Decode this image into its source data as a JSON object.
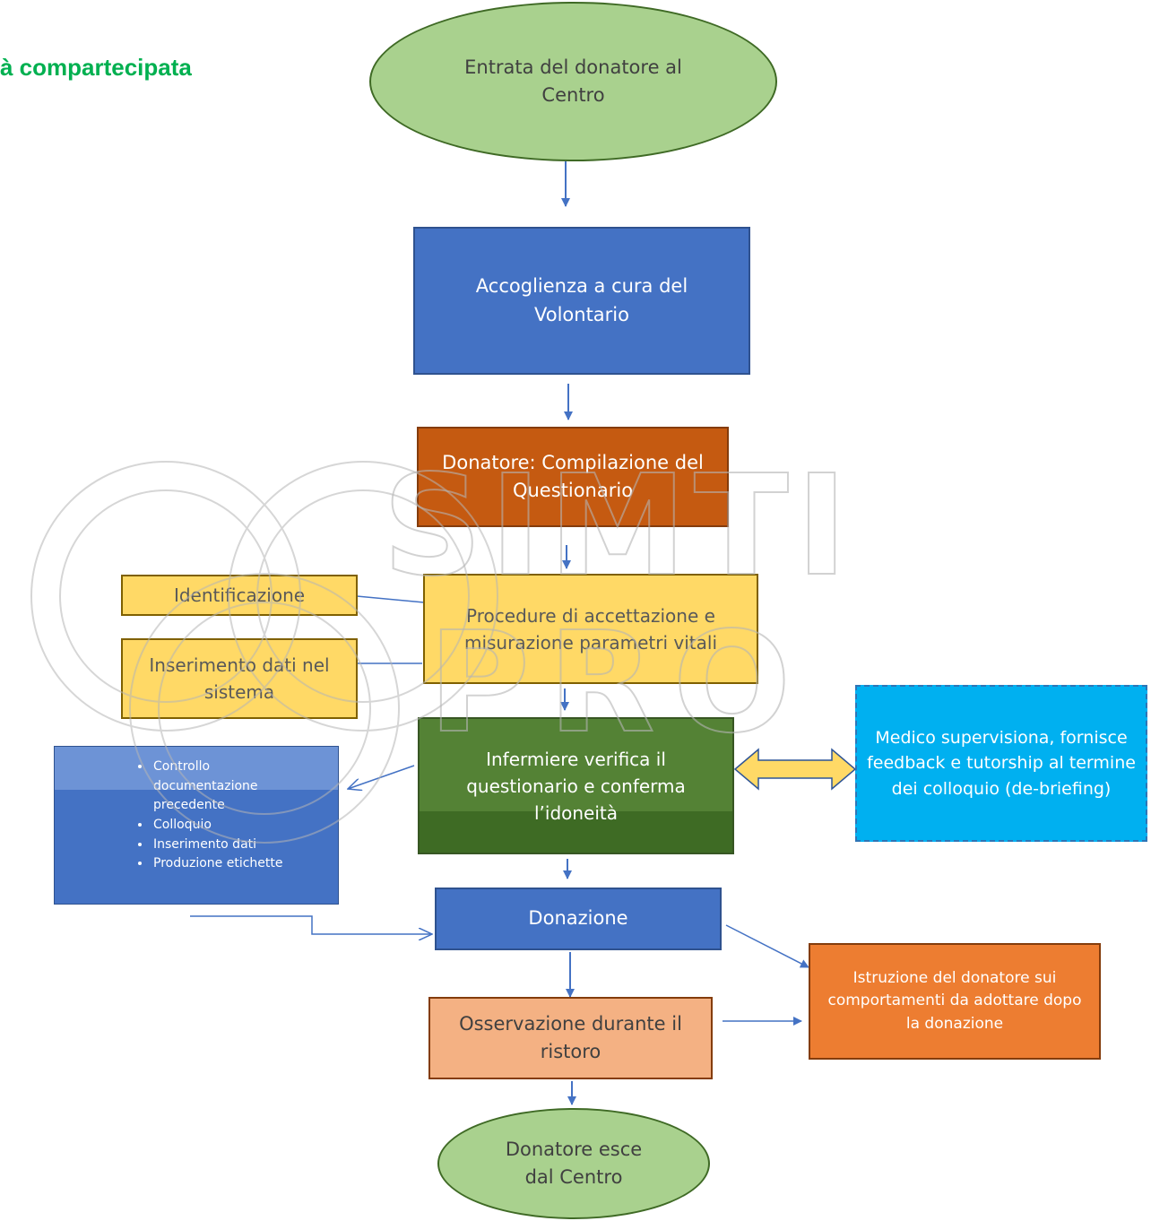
{
  "header": {
    "title": "à compartecipata"
  },
  "nodes": {
    "entry": "Entrata del donatore al Centro",
    "welcome": "Accoglienza a cura del Volontario",
    "questionnaire": "Donatore: Compilazione del Questionario",
    "acceptance": "Procedure di accettazione e misurazione parametri vitali",
    "identification": "Identificazione",
    "data_entry": "Inserimento dati nel sistema",
    "nurse": "Infermiere verifica il questionario e conferma l’idoneità",
    "doctor": "Medico supervisiona, fornisce feedback e tutorship  al termine dei colloquio (de-briefing)",
    "donation": "Donazione",
    "instruction": "Istruzione del donatore sui comportamenti da adottare dopo la donazione",
    "observation": "Osservazione durante il ristoro",
    "exit": "Donatore esce dal Centro"
  },
  "checklist": [
    "Controllo documentazione precedente",
    "Colloquio",
    "Inserimento dati",
    "Produzione etichette"
  ],
  "watermark": {
    "text_top": "SIMTI",
    "text_bottom": "PRO"
  },
  "colors": {
    "title": "#00b050",
    "ellipse": "#a9d18e",
    "blue": "#4472c4",
    "brown": "#c55a11",
    "yellow": "#ffd966",
    "green": "#548235",
    "sky": "#00b0f0",
    "orange": "#ed7d31",
    "peach": "#f4b183",
    "connector": "#4472c4"
  }
}
